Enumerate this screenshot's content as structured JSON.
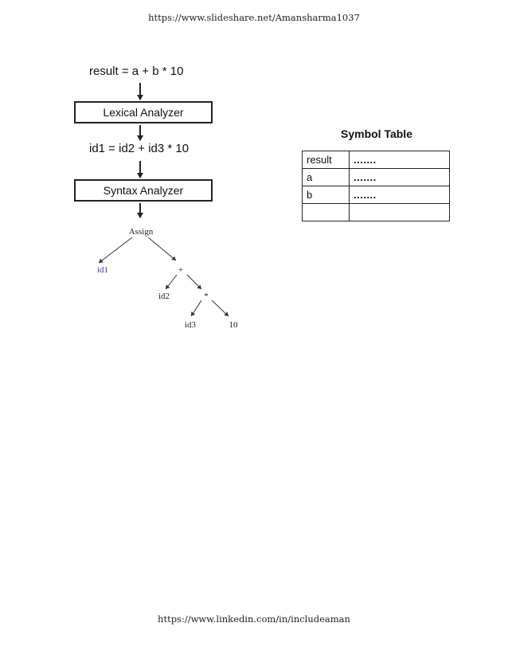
{
  "page": {
    "header_link": "https://www.slideshare.net/Amansharma1037",
    "footer_link": "https://www.linkedin.com/in/includeaman"
  },
  "pipeline": {
    "source_statement": "result = a + b * 10",
    "lexical_analyzer_label": "Lexical Analyzer",
    "token_stream": "id1 = id2 + id3 * 10",
    "syntax_analyzer_label": "Syntax Analyzer"
  },
  "syntax_tree": {
    "root": "Assign",
    "left_child": "id1",
    "plus_operator": "+",
    "plus_left": "id2",
    "times_operator": "*",
    "times_left": "id3",
    "times_right": "10"
  },
  "symbol_table": {
    "title": "Symbol Table",
    "rows": [
      {
        "name": "result",
        "attributes": "......."
      },
      {
        "name": "a",
        "attributes": "......."
      },
      {
        "name": "b",
        "attributes": "......."
      },
      {
        "name": "",
        "attributes": ""
      }
    ]
  }
}
